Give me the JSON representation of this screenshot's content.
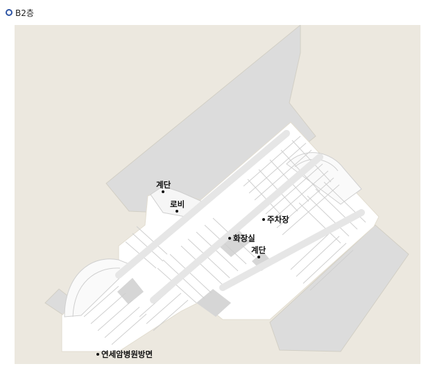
{
  "header": {
    "floor_label": "B2층"
  },
  "map": {
    "background_color": "#ece8df",
    "building_gray": "#dcdcdc",
    "walkway_white": "#ffffff",
    "parking_line_color": "#c9c9c9",
    "pois": {
      "stairs_top": "계단",
      "lobby": "로비",
      "parking": "주차장",
      "restroom": "화장실",
      "stairs_center": "계단",
      "cancer_hospital_direction": "연세암병원방면"
    }
  }
}
